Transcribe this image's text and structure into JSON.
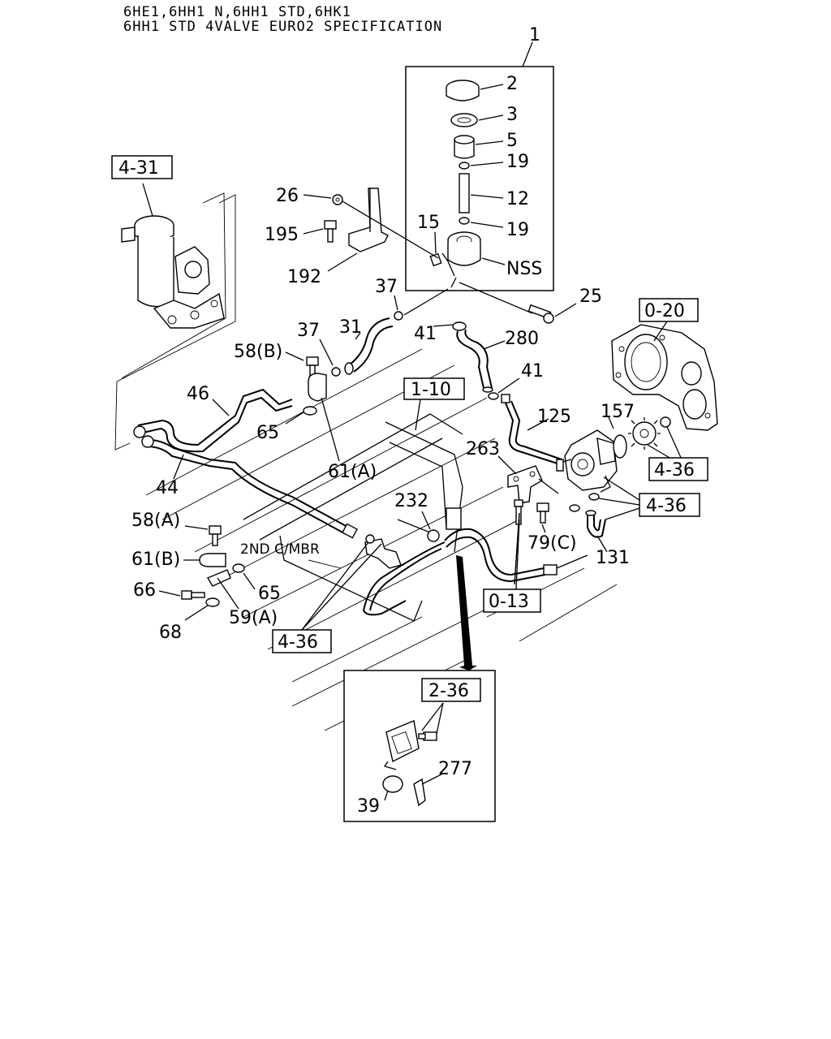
{
  "header": {
    "line1": "6HE1,6HH1 N,6HH1 STD,6HK1",
    "line2": "6HH1 STD 4VALVE EURO2 SPECIFICATION"
  },
  "callouts": {
    "c1": "1",
    "c2": "2",
    "c3": "3",
    "c5": "5",
    "c19a": "19",
    "c12": "12",
    "c19b": "19",
    "c15": "15",
    "cNSS": "NSS",
    "c25": "25",
    "c26": "26",
    "c195": "195",
    "c192": "192",
    "c37a": "37",
    "c31": "31",
    "c41a": "41",
    "c280": "280",
    "c37b": "37",
    "c58b": "58(B)",
    "c46": "46",
    "c65a": "65",
    "c61a": "61(A)",
    "c44": "44",
    "c41b": "41",
    "c125": "125",
    "c157": "157",
    "c263": "263",
    "c232": "232",
    "c58a": "58(A)",
    "c61b": "61(B)",
    "c66": "66",
    "c65b": "65",
    "c68": "68",
    "c59a": "59(A)",
    "c79c": "79(C)",
    "c131": "131",
    "c39": "39",
    "c277": "277",
    "member": "2ND C/MBR"
  },
  "references": {
    "r431": "4-31",
    "r020": "0-20",
    "r110": "1-10",
    "r436a": "4-36",
    "r436b": "4-36",
    "r013": "0-13",
    "r436c": "4-36",
    "r236": "2-36"
  }
}
